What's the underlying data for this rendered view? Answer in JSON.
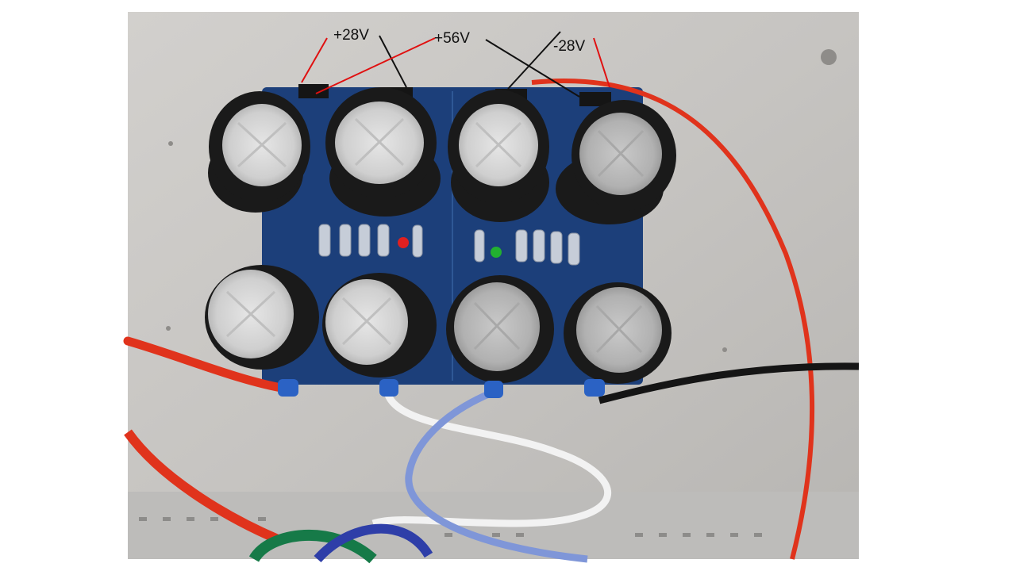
{
  "annotations": {
    "v_pos28": "+28V",
    "v_pos56": "+56V",
    "v_neg28": "-28V"
  },
  "colors": {
    "panel": "#c8c6c3",
    "pcb": "#1c3f7a",
    "capacitor_body": "#1a1a1a",
    "capacitor_top": "#d6d6d6",
    "red_wire": "#e0331c",
    "black_wire": "#151515",
    "white_wire": "#f2f2f2",
    "blue_wire": "#7f96d8",
    "annotation_red": "#e01010",
    "annotation_black": "#111111"
  },
  "leds": [
    {
      "color": "red"
    },
    {
      "color": "green"
    }
  ]
}
